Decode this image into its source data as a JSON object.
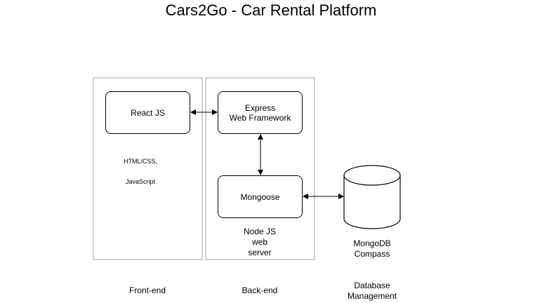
{
  "title": "Cars2Go - Car Rental Platform",
  "frontend": {
    "box_label": "React JS",
    "tech_line1": "HTML/CSS,",
    "tech_line2": "JavaScript",
    "column_label": "Front-end"
  },
  "backend": {
    "express_label": "Express\nWeb Framework",
    "mongoose_label": "Mongoose",
    "server_label": "Node JS\nweb\nserver",
    "column_label": "Back-end"
  },
  "database": {
    "db_label": "MongoDB\nCompass",
    "column_label": "Database\nManagement"
  },
  "colors": {
    "group_border": "#d0d0d0",
    "node_border": "#000000",
    "arrow": "#000000"
  }
}
